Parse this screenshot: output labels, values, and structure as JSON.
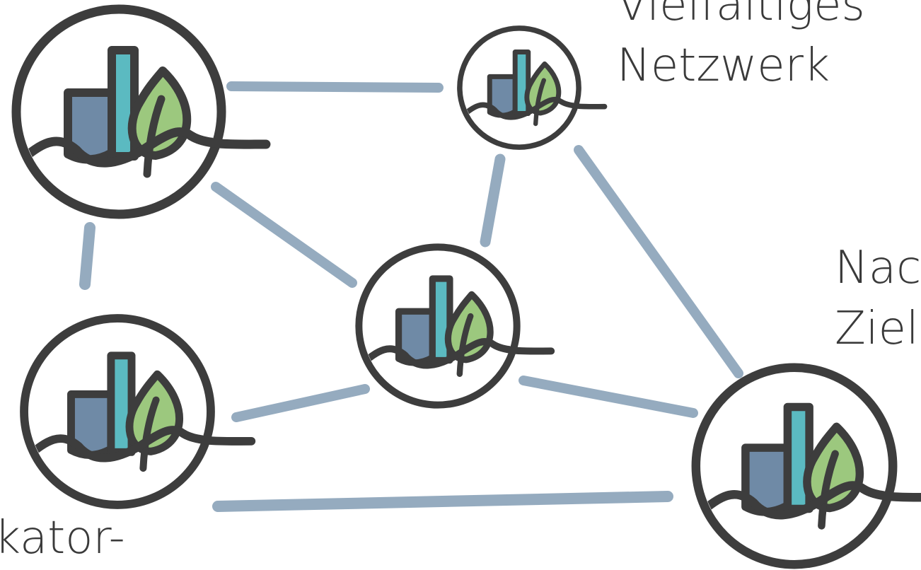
{
  "labels": {
    "top_right_line1": "Vielfältiges",
    "top_right_line2": "Netzwerk",
    "right_line1": "Nac",
    "right_line2": "Ziel",
    "bottom_left": "kator-"
  },
  "colors": {
    "outline": "#3d3d3d",
    "connector": "#8fa6bc",
    "building_dark": "#6f8aa6",
    "building_teal": "#5bbac1",
    "leaf_green": "#9cc87e",
    "background": "#ffffff"
  },
  "icon_name": "city-leaf-node-icon"
}
